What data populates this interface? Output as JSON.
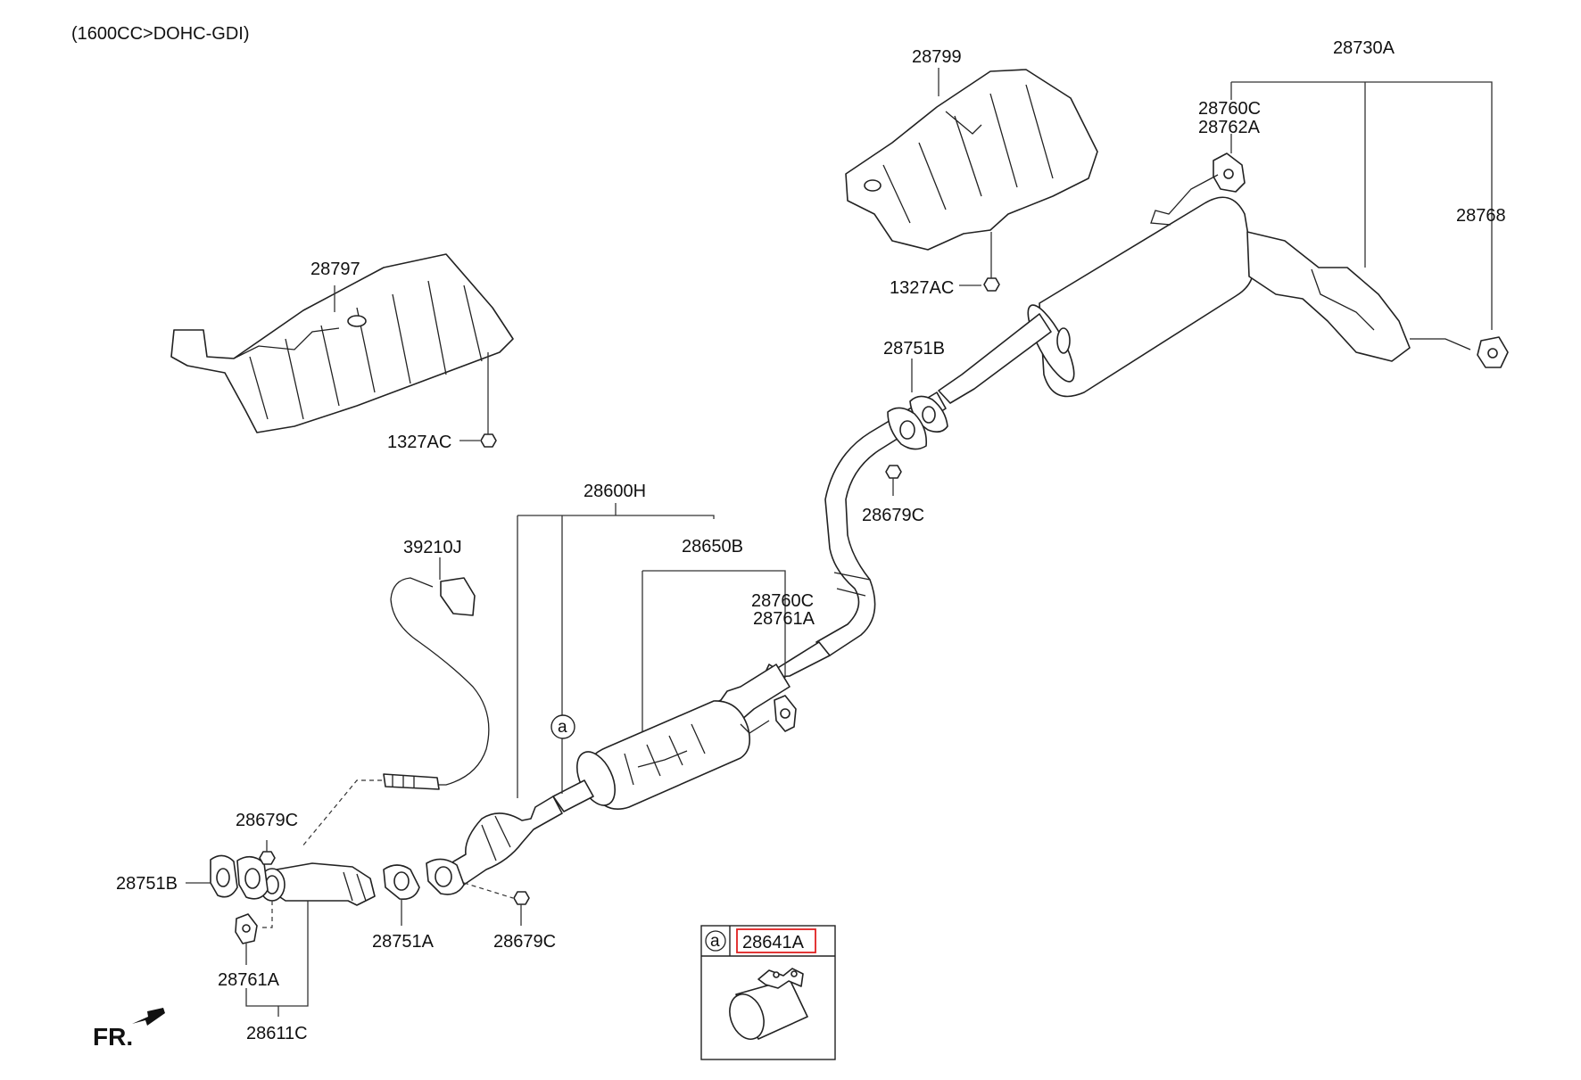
{
  "header": {
    "engine_spec": "(1600CC>DOHC-GDI)"
  },
  "labels": {
    "p28797": "28797",
    "p1327AC_left": "1327AC",
    "p28799": "28799",
    "p1327AC_top": "1327AC",
    "p28730A": "28730A",
    "p28760C_top": "28760C",
    "p28762A": "28762A",
    "p28768": "28768",
    "p28751B_right": "28751B",
    "p28679C_mid": "28679C",
    "p28600H": "28600H",
    "p28650B": "28650B",
    "p39210J": "39210J",
    "p28760C_mid": "28760C",
    "p28761A_mid": "28761A",
    "p28679C_left": "28679C",
    "p28751B_left": "28751B",
    "p28751A": "28751A",
    "p28679C_bottom": "28679C",
    "p28761A_bottom": "28761A",
    "p28611C": "28611C"
  },
  "callout": {
    "marker": "a",
    "part_number": "28641A",
    "highlight_color": "#e02020"
  },
  "direction": {
    "text": "FR."
  },
  "icons": {
    "front_direction": "arrow-left-down-icon",
    "callout_marker": "circle-letter-icon"
  }
}
